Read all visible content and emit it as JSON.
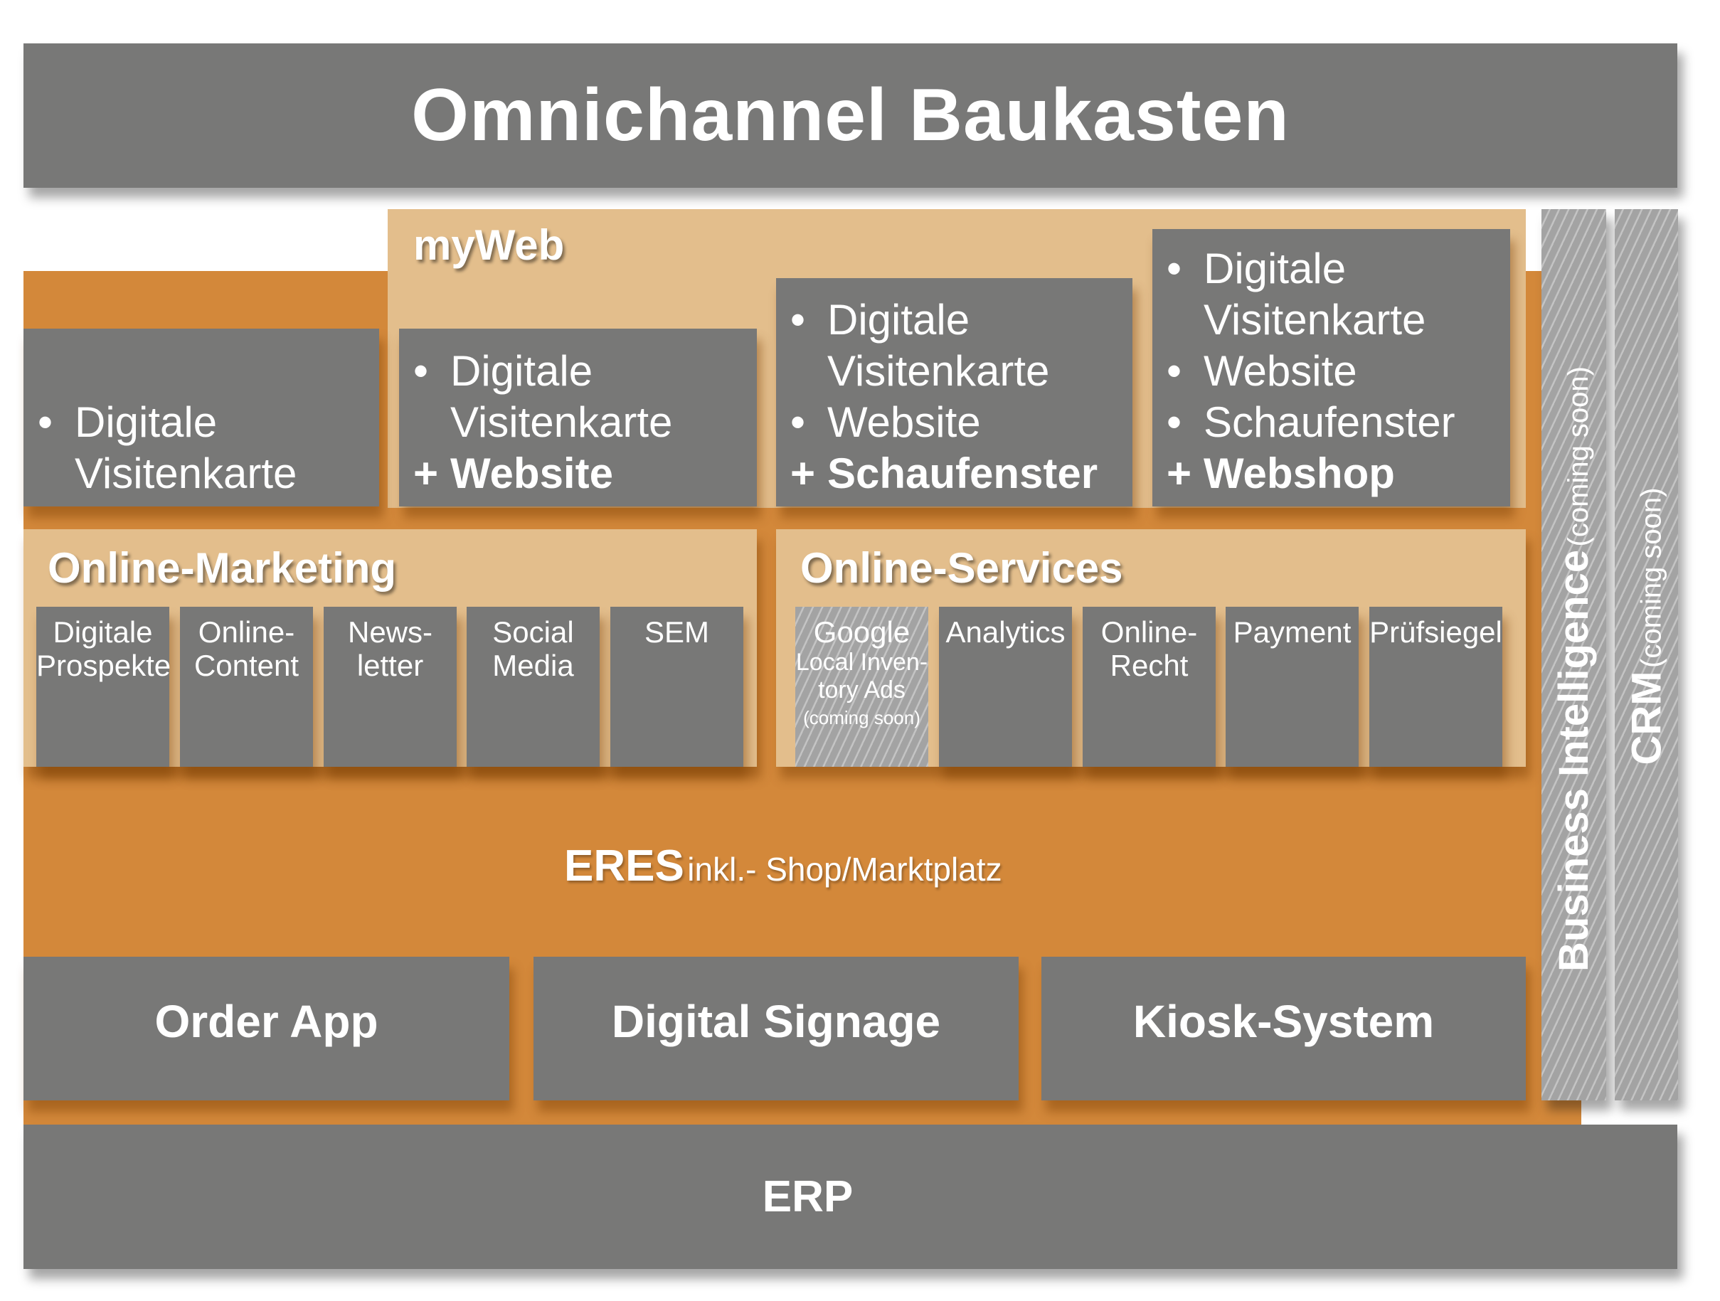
{
  "title": "Omnichannel Baukasten",
  "colors": {
    "grey": "#787877",
    "orange": "#d3883a",
    "beige": "#e3be8c",
    "hatched_grey": "#a3a3a3"
  },
  "myweb": {
    "label": "myWeb",
    "packages": [
      {
        "items": [
          "Digitale Visitenkarte"
        ],
        "plus": ""
      },
      {
        "items": [
          "Digitale Visitenkarte"
        ],
        "plus": "Website"
      },
      {
        "items": [
          "Digitale Visitenkarte",
          "Website"
        ],
        "plus": "Schaufenster"
      },
      {
        "items": [
          "Digitale Visitenkarte",
          "Website",
          "Schaufenster"
        ],
        "plus": "Webshop"
      }
    ],
    "bullet": "•",
    "plus_sign": "+"
  },
  "online_marketing": {
    "label": "Online-Marketing",
    "tiles": [
      {
        "line1": "Digitale",
        "line2": "Prospekte"
      },
      {
        "line1": "Online-",
        "line2": "Content"
      },
      {
        "line1": "News-",
        "line2": "letter"
      },
      {
        "line1": "Social",
        "line2": "Media"
      },
      {
        "line1": "SEM",
        "line2": ""
      }
    ]
  },
  "online_services": {
    "label": "Online-Services",
    "google_tile": {
      "line1": "Google",
      "line2": "Local Inven-",
      "line3": "tory Ads",
      "note": "(coming soon)"
    },
    "tiles": [
      {
        "line1": "Analytics",
        "line2": ""
      },
      {
        "line1": "Online-",
        "line2": "Recht"
      },
      {
        "line1": "Payment",
        "line2": ""
      },
      {
        "line1": "Prüfsiegel",
        "line2": ""
      }
    ]
  },
  "eres": {
    "label_bold": "ERES",
    "label_rest": "inkl.- Shop/Marktplatz"
  },
  "channels": [
    "Order App",
    "Digital Signage",
    "Kiosk-System"
  ],
  "side_strips": [
    {
      "label": "Business Intelligence",
      "note": "(coming soon)"
    },
    {
      "label": "CRM",
      "note": "(coming soon)"
    }
  ],
  "erp": {
    "label": "ERP"
  }
}
